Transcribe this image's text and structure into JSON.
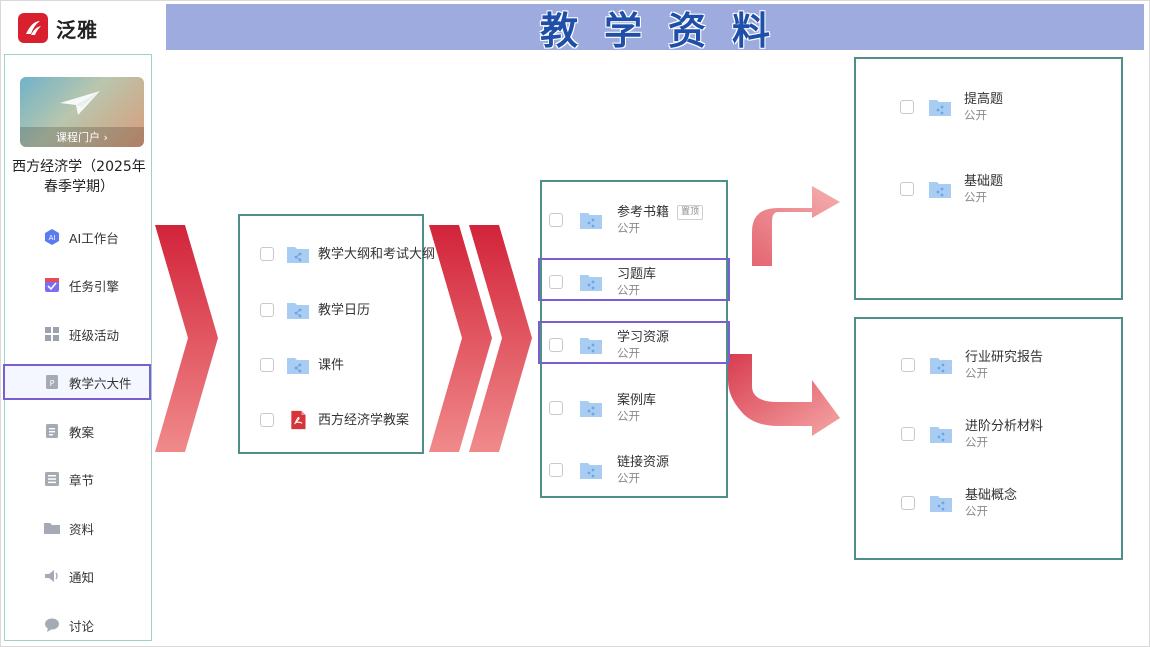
{
  "app": {
    "brand": "泛雅"
  },
  "banner": {
    "title": "教学资料"
  },
  "sidebar": {
    "cover_label": "课程门户 ›",
    "course_title": "西方经济学（2025年春季学期）",
    "items": [
      {
        "label": "AI工作台",
        "icon": "ai-icon"
      },
      {
        "label": "任务引擎",
        "icon": "task-icon"
      },
      {
        "label": "班级活动",
        "icon": "grid-icon"
      },
      {
        "label": "教学六大件",
        "icon": "p-doc-icon"
      },
      {
        "label": "教案",
        "icon": "lesson-plan-icon"
      },
      {
        "label": "章节",
        "icon": "chapter-icon"
      },
      {
        "label": "资料",
        "icon": "folder-icon"
      },
      {
        "label": "通知",
        "icon": "speaker-icon"
      },
      {
        "label": "讨论",
        "icon": "chat-icon"
      }
    ]
  },
  "panel1": {
    "items": [
      {
        "name": "教学大纲和考试大纲",
        "icon": "shared-folder-icon"
      },
      {
        "name": "教学日历",
        "icon": "shared-folder-icon"
      },
      {
        "name": "课件",
        "icon": "shared-folder-icon"
      },
      {
        "name": "西方经济学教案",
        "icon": "pdf-icon"
      }
    ]
  },
  "panel2": {
    "items": [
      {
        "name": "参考书籍",
        "sub": "公开",
        "tag": "置顶"
      },
      {
        "name": "习题库",
        "sub": "公开"
      },
      {
        "name": "学习资源",
        "sub": "公开"
      },
      {
        "name": "案例库",
        "sub": "公开"
      },
      {
        "name": "链接资源",
        "sub": "公开"
      }
    ]
  },
  "panel3": {
    "items": [
      {
        "name": "提高题",
        "sub": "公开"
      },
      {
        "name": "基础题",
        "sub": "公开"
      }
    ]
  },
  "panel4": {
    "items": [
      {
        "name": "行业研究报告",
        "sub": "公开"
      },
      {
        "name": "进阶分析材料",
        "sub": "公开"
      },
      {
        "name": "基础概念",
        "sub": "公开"
      }
    ]
  },
  "colors": {
    "banner_bg": "#9dabdf",
    "banner_text": "#1f4fa8",
    "panel_border": "#4f8f89",
    "highlight_border": "#7a5fd1",
    "arrow_dark": "#d2233a",
    "arrow_light": "#f2a3a3"
  }
}
